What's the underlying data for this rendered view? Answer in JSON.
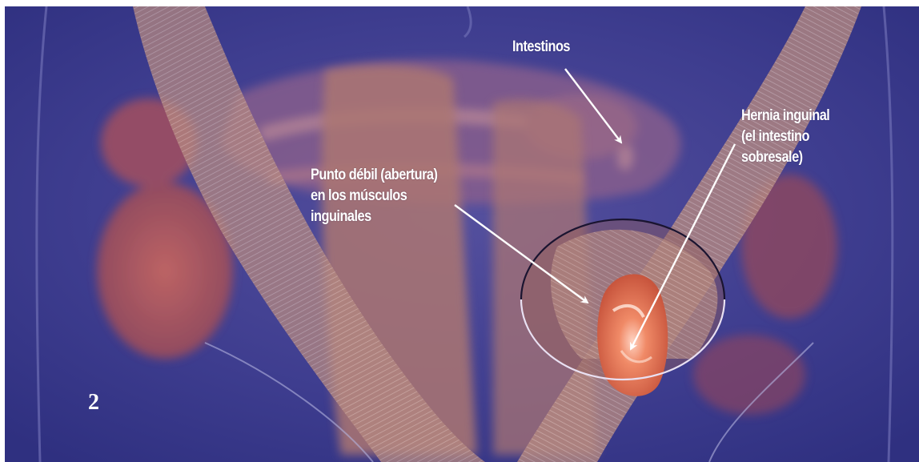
{
  "labels": {
    "intestines": "Intestinos",
    "hernia": [
      "Hernia inguinal",
      "(el intestino",
      "sobresale)"
    ],
    "weak_spot": [
      "Punto débil (abertura)",
      "en los músculos",
      "inguinales"
    ]
  },
  "step_number": "2",
  "colors": {
    "background": "#3c3c8e",
    "muscle": "#b9867e",
    "hernia": "#e07a5c",
    "label_text": "#ffffff",
    "arrow": "#ffffff"
  }
}
